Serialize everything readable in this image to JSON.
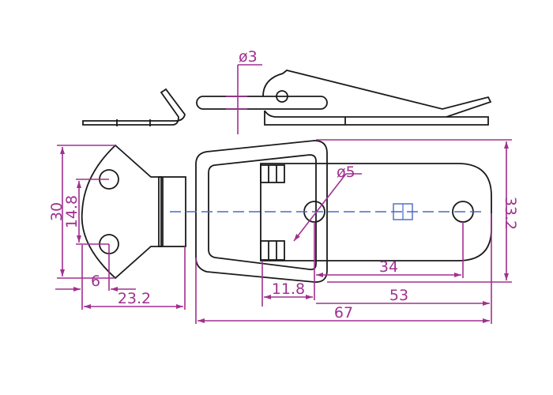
{
  "drawing": {
    "colors": {
      "outline": "#1a1a1a",
      "dimension": "#a0308f",
      "centerline": "#4a68c8"
    },
    "dimensions": {
      "hole_diameter_small": "ø3",
      "hole_diameter_large": "ø5",
      "base_height": "30",
      "hole_spacing": "14.8",
      "hole_offset": "6",
      "base_width": "23.2",
      "overall_height": "33.2",
      "hole_center_distance": "34",
      "hinge_to_hole": "11.8",
      "latch_length": "53",
      "overall_length": "67"
    }
  }
}
